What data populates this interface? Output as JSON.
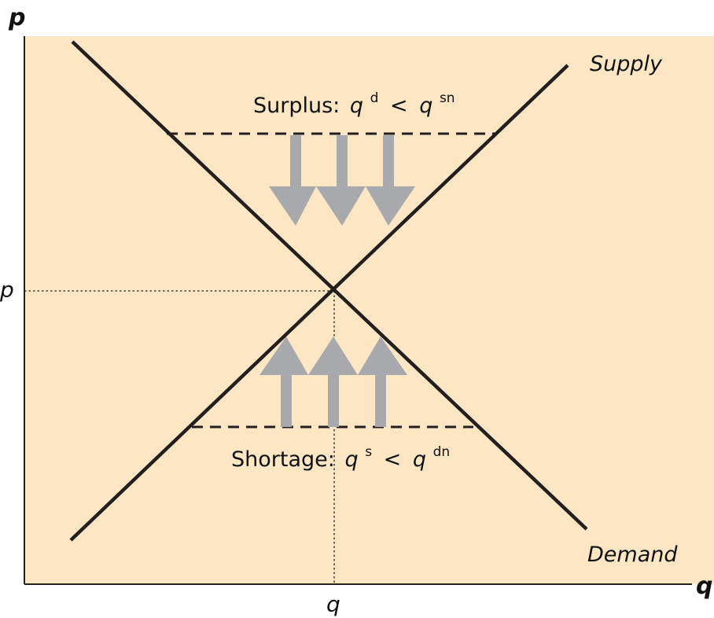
{
  "axes": {
    "y_label": "p",
    "x_label": "q",
    "y_tick": "p",
    "x_tick": "q"
  },
  "curves": {
    "supply_label": "Supply",
    "demand_label": "Demand"
  },
  "surplus": {
    "word": "Surplus:",
    "lhs": "q",
    "lhs_sup": "d",
    "op": "<",
    "rhs": "q",
    "rhs_sup": "sn"
  },
  "shortage": {
    "word": "Shortage:",
    "lhs": "q",
    "lhs_sup": "s",
    "op": "<",
    "rhs": "q",
    "rhs_sup": "dn"
  },
  "colors": {
    "plot_background": "#fce6c4",
    "lines": "#231f20",
    "arrows": "#a7a9ac"
  }
}
